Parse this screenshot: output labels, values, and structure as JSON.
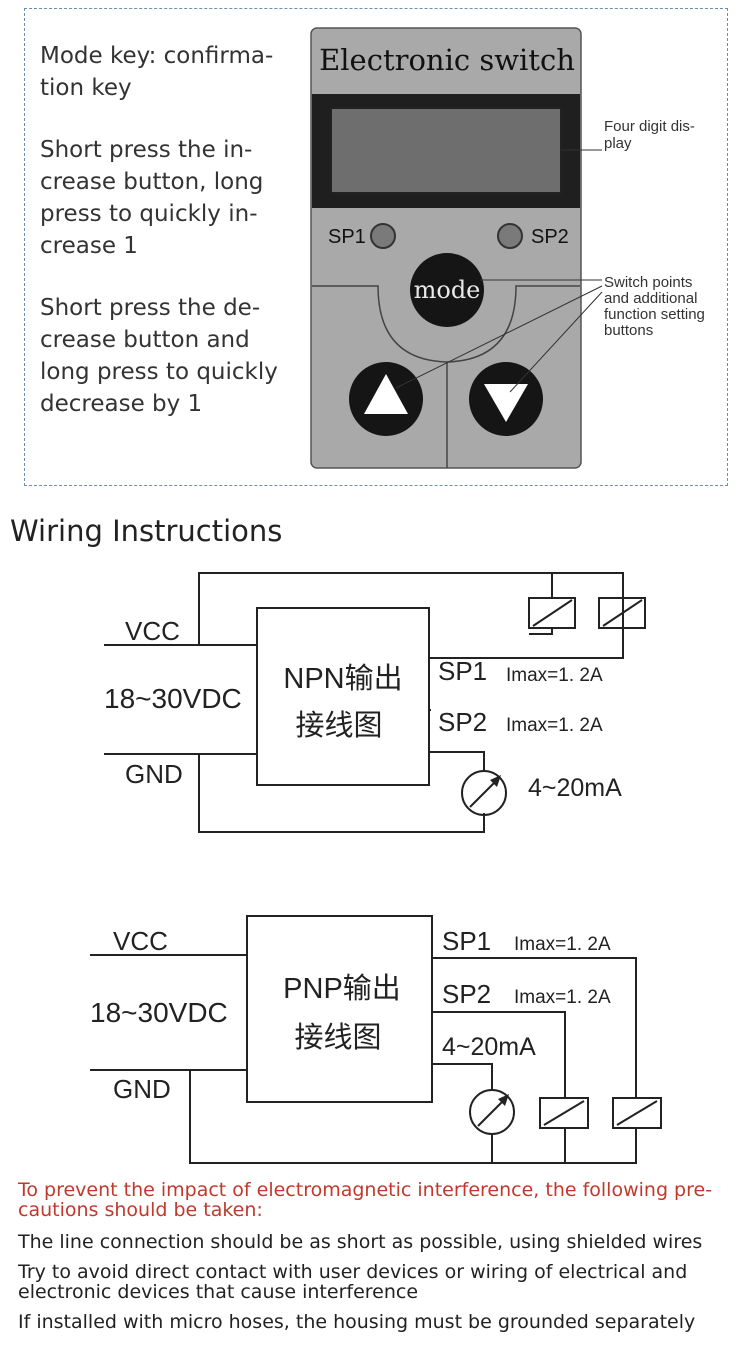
{
  "panel": {
    "mode_key_text": "Mode key: confirma-tion key",
    "increase_text": "Short press the in-crease button, long press to quickly in-crease 1",
    "decrease_text": "Short press the de-crease button and long press to quickly decrease by 1",
    "device_title": "Electronic switch",
    "sp1_label": "SP1",
    "sp2_label": "SP2",
    "mode_label": "mode",
    "callout_display": [
      "Four digit dis-",
      "play"
    ],
    "callout_buttons": [
      "Switch points",
      "and additional",
      "function setting",
      "buttons"
    ]
  },
  "wiring": {
    "title": "Wiring Instructions",
    "npn": {
      "vcc": "VCC",
      "voltage": "18~30VDC",
      "gnd": "GND",
      "box_line1": "NPN输出",
      "box_line2": "接线图",
      "sp1": "SP1",
      "sp1_imax": "Imax=1. 2A",
      "sp2": "SP2",
      "sp2_imax": "Imax=1. 2A",
      "analog": "4~20mA"
    },
    "pnp": {
      "vcc": "VCC",
      "voltage": "18~30VDC",
      "gnd": "GND",
      "box_line1": "PNP输出",
      "box_line2": "接线图",
      "sp1": "SP1",
      "sp1_imax": "Imax=1. 2A",
      "sp2": "SP2",
      "sp2_imax": "Imax=1. 2A",
      "analog": "4~20mA"
    }
  },
  "notes": {
    "warning": "To prevent the impact of electromagnetic interference, the following pre-cautions should be taken:",
    "items": [
      "The line connection should be as short as possible, using shielded wires",
      "Try to avoid direct contact with user devices or wiring of electrical and electronic devices that cause interference",
      "If installed with micro hoses, the housing must be grounded separately"
    ]
  },
  "colors": {
    "panel_gray": "#a9a9a9",
    "display_dark": "#1f1f1f",
    "warning_red": "#c0392b",
    "frame_border": "#6a8fb0"
  }
}
